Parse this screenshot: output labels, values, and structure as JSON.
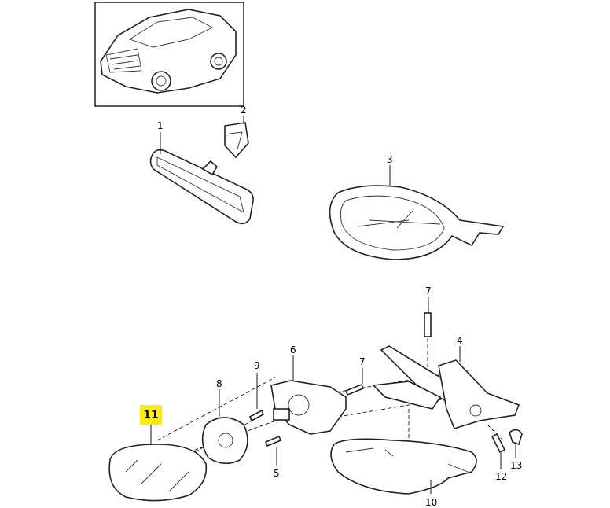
{
  "diagram": {
    "title": "Rear-view and exterior mirror parts diagram",
    "callouts": [
      {
        "id": "1",
        "label": "1"
      },
      {
        "id": "2",
        "label": "2"
      },
      {
        "id": "3",
        "label": "3"
      },
      {
        "id": "4",
        "label": "4"
      },
      {
        "id": "5",
        "label": "5"
      },
      {
        "id": "6",
        "label": "6"
      },
      {
        "id": "7a",
        "label": "7"
      },
      {
        "id": "7b",
        "label": "7"
      },
      {
        "id": "8",
        "label": "8"
      },
      {
        "id": "9",
        "label": "9"
      },
      {
        "id": "10",
        "label": "10"
      },
      {
        "id": "12",
        "label": "12"
      },
      {
        "id": "13",
        "label": "13"
      }
    ],
    "highlighted": {
      "label": "11",
      "color": "#ffee00"
    }
  }
}
